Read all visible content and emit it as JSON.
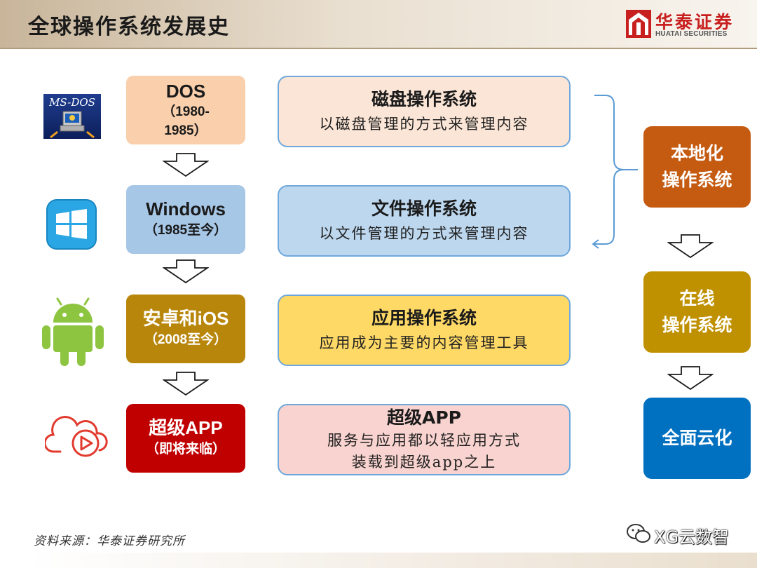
{
  "header": {
    "title": "全球操作系统发展史",
    "logo_cn": "华泰证券",
    "logo_en": "HUATAI SECURITIES"
  },
  "icons": {
    "msdos_label": "MS-DOS",
    "names": [
      "ms-dos-icon",
      "windows-icon",
      "android-icon",
      "cloud-play-icon"
    ]
  },
  "eras": [
    {
      "title": "DOS",
      "sub1": "（1980-",
      "sub2": "1985）",
      "bg": "#f9cfac",
      "color": "#1a1a1a"
    },
    {
      "title": "Windows",
      "sub1": "（1985至今）",
      "bg": "#a7c7e7",
      "color": "#1a1a1a"
    },
    {
      "title": "安卓和iOS",
      "sub1": "（2008至今）",
      "bg": "#b8860b",
      "color": "#ffffff"
    },
    {
      "title": "超级APP",
      "sub1": "（即将来临）",
      "bg": "#c00000",
      "color": "#ffffff"
    }
  ],
  "descriptions": [
    {
      "heading": "磁盘操作系统",
      "lines": [
        "以磁盘管理的方式来管理内容"
      ],
      "bg": "#fbe5d6"
    },
    {
      "heading": "文件操作系统",
      "lines": [
        "以文件管理的方式来管理内容"
      ],
      "bg": "#bdd7ee"
    },
    {
      "heading": "应用操作系统",
      "lines": [
        "应用成为主要的内容管理工具"
      ],
      "bg": "#ffd966"
    },
    {
      "heading": "超级APP",
      "lines": [
        "服务与应用都以轻应用方式",
        "装载到超级app之上"
      ],
      "bg": "#f8d3cf"
    }
  ],
  "side_boxes": [
    {
      "line1": "本地化",
      "line2": "操作系统",
      "bg": "#c55a11"
    },
    {
      "line1": "在线",
      "line2": "操作系统",
      "bg": "#bf9000"
    },
    {
      "line1": "全面云化",
      "line2": "",
      "bg": "#0070c0"
    }
  ],
  "footer": {
    "source": "资料来源：华泰证券研究所",
    "watermark": "XG云数智"
  },
  "colors": {
    "border_blue": "#6fa8dc",
    "brace": "#5b9bd5",
    "arrow_stroke": "#1a1a1a"
  }
}
